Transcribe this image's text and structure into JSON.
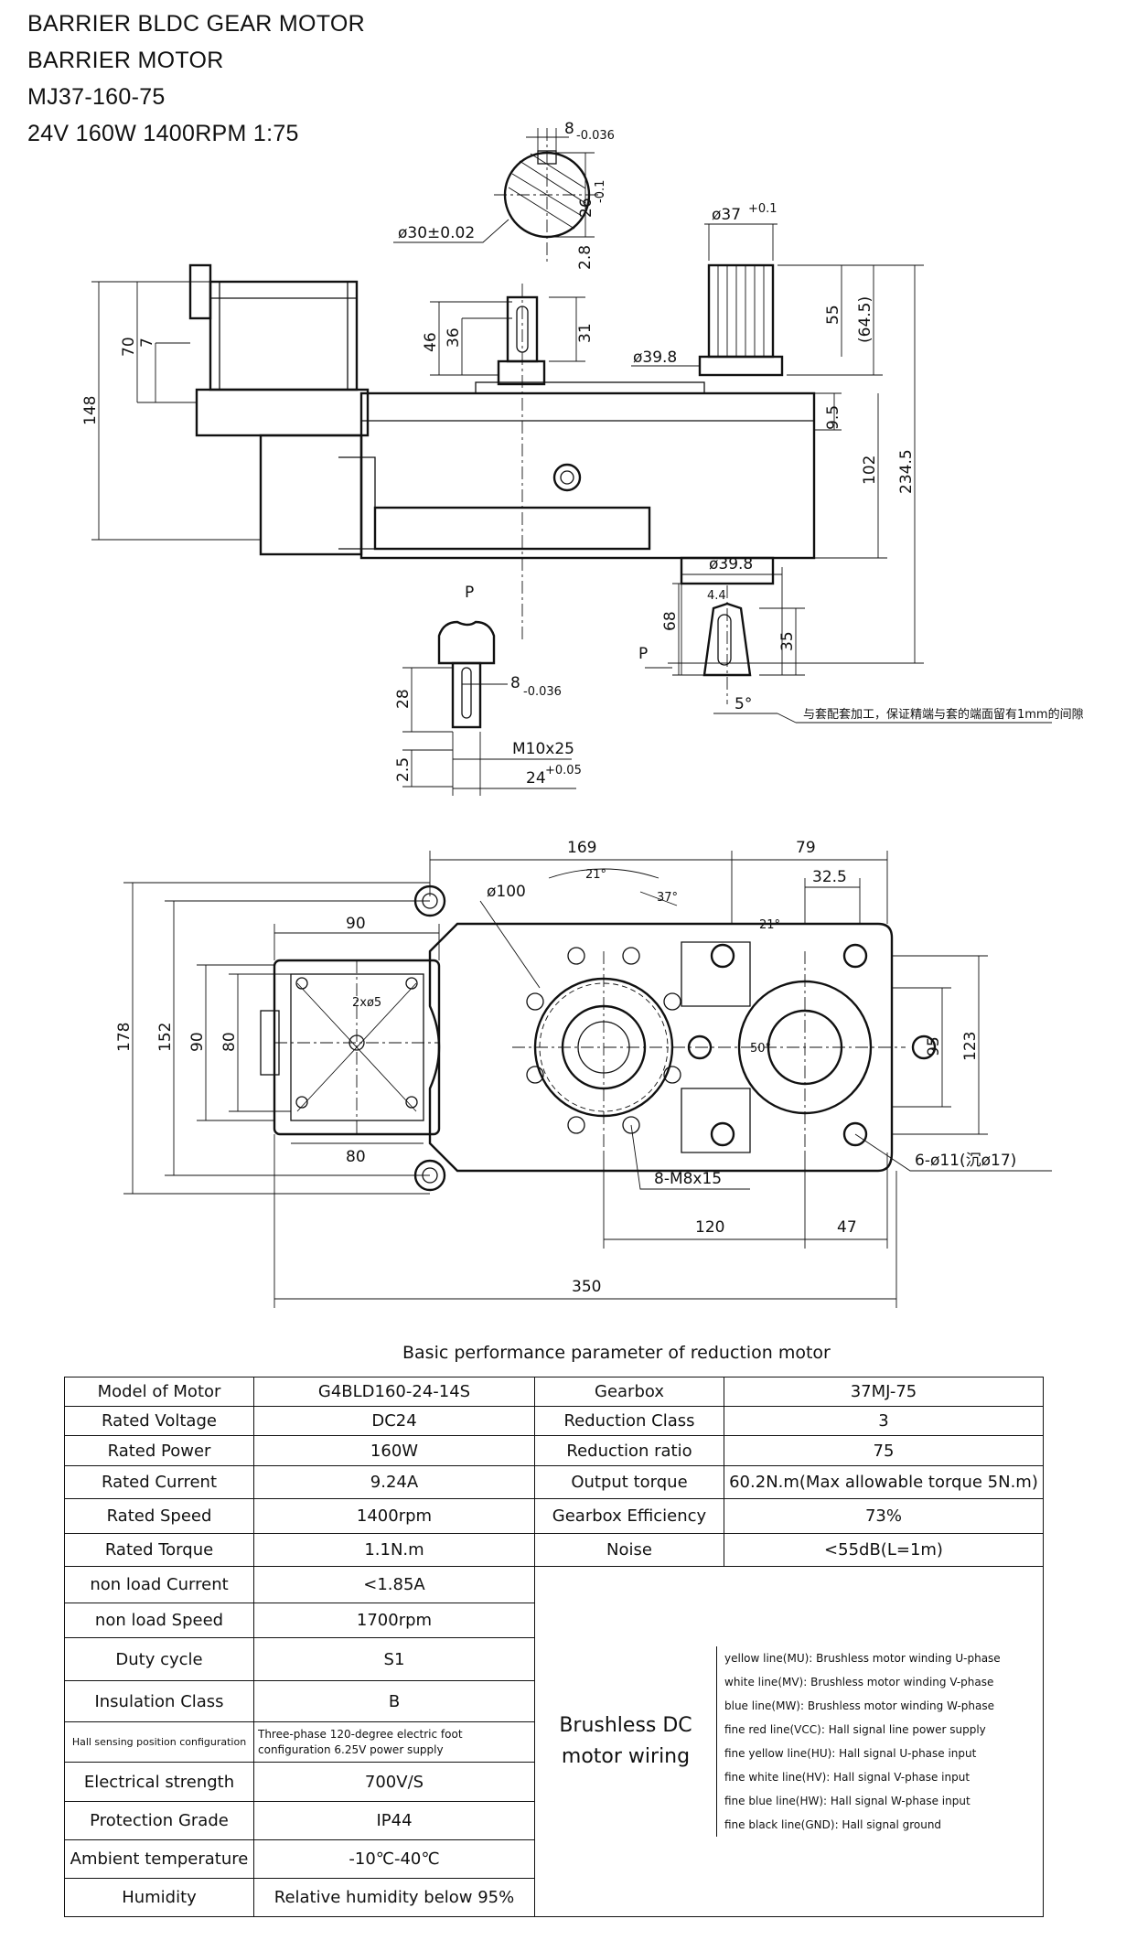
{
  "header": {
    "line1": "BARRIER BLDC GEAR MOTOR",
    "line2": "BARRIER MOTOR",
    "line3": "MJ37-160-75",
    "line4": "24V 160W  1400RPM  1:75"
  },
  "drawing_top": {
    "key_width": "8",
    "key_tol": "-0.036",
    "key_depth": "26",
    "key_depth_tol": "-0.1",
    "shaft_dia": "ø30±0.02",
    "shaft_2_8": "2.8",
    "dim_46": "46",
    "dim_36": "36",
    "dim_31": "31",
    "out_dia": "ø37",
    "out_dia_tol": "+0.1",
    "dim_39_8": "ø39.8",
    "dim_55": "55",
    "dim_64_5": "(64.5)",
    "dim_9_5": "9.5",
    "dim_102": "102",
    "dim_234_5": "234.5",
    "dim_148": "148",
    "dim_70": "70",
    "dim_7": "7",
    "dim_39_8b": "ø39.8",
    "dim_4_4": "4.4",
    "dim_68": "68",
    "dim_35": "35",
    "dim_5deg": "5°",
    "p_label": "P",
    "p_label2": "P",
    "note_cn": "与套配套加工，保证精端与套的端面留有1mm的间隙",
    "dim_28": "28",
    "dim_8b": "8",
    "dim_8b_tol": "-0.036",
    "thread": "M10x25",
    "dim_2_5": "2.5",
    "dim_24": "24",
    "dim_24_tol": "+0.05"
  },
  "drawing_plan": {
    "dim_169": "169",
    "dim_79": "79",
    "dim_21a": "21°",
    "dim_37": "37°",
    "dim_100": "ø100",
    "dim_32_5": "32.5",
    "dim_21b": "21°",
    "dim_90a": "90",
    "dim_178": "178",
    "dim_152": "152",
    "dim_90b": "90",
    "dim_80a": "80",
    "dim_2x5": "2xø5",
    "dim_50": "50°",
    "dim_95": "95",
    "dim_123": "123",
    "dim_80b": "80",
    "bolt": "8-M8x15",
    "holes": "6-ø11(沉ø17)",
    "dim_120": "120",
    "dim_47": "47",
    "dim_350": "350"
  },
  "table": {
    "title": "Basic performance parameter of reduction motor",
    "left_rows": [
      {
        "label": "Model of Motor",
        "value": "G4BLD160-24-14S"
      },
      {
        "label": "Rated Voltage",
        "value": "DC24"
      },
      {
        "label": "Rated Power",
        "value": "160W"
      },
      {
        "label": "Rated Current",
        "value": "9.24A"
      },
      {
        "label": "Rated Speed",
        "value": "1400rpm"
      },
      {
        "label": "Rated Torque",
        "value": "1.1N.m"
      },
      {
        "label": "non load Current",
        "value": "<1.85A"
      },
      {
        "label": "non load Speed",
        "value": "1700rpm"
      },
      {
        "label": "Duty cycle",
        "value": "S1"
      },
      {
        "label": "Insulation Class",
        "value": "B"
      },
      {
        "label": "Hall sensing position configuration",
        "value": "Three-phase 120-degree electric foot configuration 6.25V power supply"
      },
      {
        "label": "Electrical strength",
        "value": "700V/S"
      },
      {
        "label": "Protection Grade",
        "value": "IP44"
      },
      {
        "label": "Ambient temperature",
        "value": "-10℃-40℃"
      },
      {
        "label": "Humidity",
        "value": "Relative humidity below 95%"
      }
    ],
    "right_rows": [
      {
        "label": "Gearbox",
        "value": "37MJ-75"
      },
      {
        "label": "Reduction Class",
        "value": "3"
      },
      {
        "label": "Reduction ratio",
        "value": "75"
      },
      {
        "label": "Output torque",
        "value": "60.2N.m(Max allowable torque 5N.m)"
      },
      {
        "label": "Gearbox Efficiency",
        "value": "73%"
      },
      {
        "label": "Noise",
        "value": "<55dB(L=1m)"
      }
    ],
    "wiring_label_1": "Brushless DC",
    "wiring_label_2": "motor wiring",
    "wiring": [
      "yellow line(MU): Brushless motor winding U-phase",
      "white line(MV): Brushless motor winding V-phase",
      "blue line(MW): Brushless motor winding W-phase",
      "fine red line(VCC): Hall signal line power supply",
      "fine yellow line(HU): Hall signal U-phase input",
      "fine white line(HV): Hall signal V-phase input",
      "fine blue line(HW): Hall signal W-phase input",
      "fine black line(GND): Hall signal ground"
    ]
  }
}
